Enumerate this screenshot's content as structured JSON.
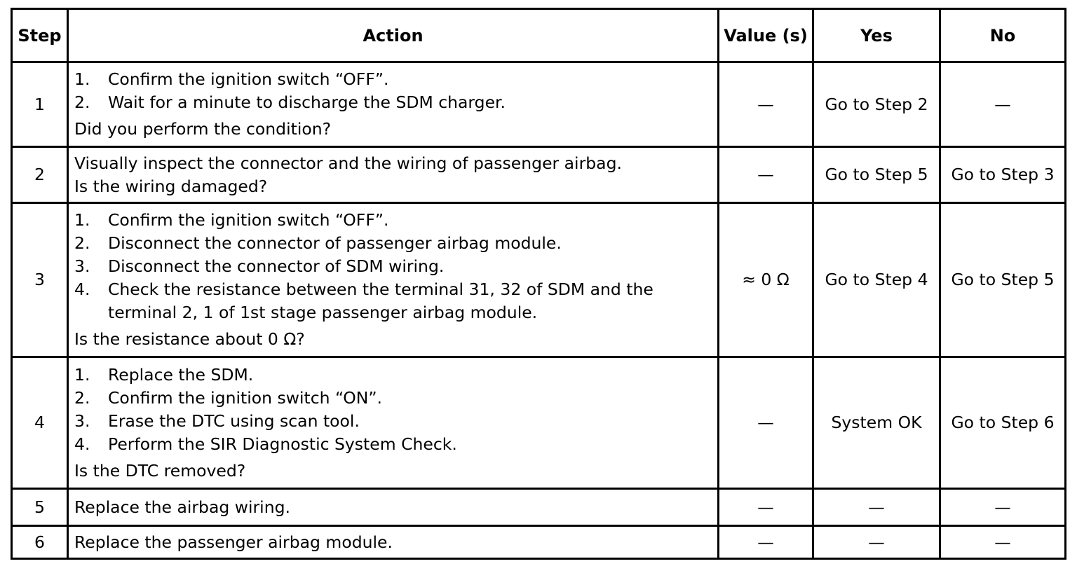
{
  "headers": {
    "step": "Step",
    "action": "Action",
    "value": "Value (s)",
    "yes": "Yes",
    "no": "No"
  },
  "rows": [
    {
      "step": "1",
      "items": [
        "Confirm the ignition switch “OFF”.",
        "Wait for a minute to discharge the SDM charger."
      ],
      "question": "Did you perform the condition?",
      "value": "—",
      "yes": "Go to Step 2",
      "no": "—"
    },
    {
      "step": "2",
      "lines": [
        "Visually inspect the connector and the wiring of passenger airbag.",
        "Is the wiring damaged?"
      ],
      "value": "—",
      "yes": "Go to Step 5",
      "no": "Go to Step 3"
    },
    {
      "step": "3",
      "items": [
        "Confirm the ignition switch “OFF”.",
        "Disconnect the connector of passenger airbag module.",
        "Disconnect the connector of SDM wiring.",
        "Check the resistance between the terminal 31, 32 of SDM and the terminal 2, 1 of 1st stage passenger airbag module."
      ],
      "question": "Is the resistance about 0 Ω?",
      "value": "≈ 0 Ω",
      "yes": "Go to Step 4",
      "no": "Go to Step 5"
    },
    {
      "step": "4",
      "items": [
        "Replace the SDM.",
        "Confirm the ignition switch “ON”.",
        "Erase the DTC using scan tool.",
        "Perform the SIR Diagnostic System Check."
      ],
      "question": "Is the DTC removed?",
      "value": "—",
      "yes": "System OK",
      "no": "Go to Step 6"
    },
    {
      "step": "5",
      "lines": [
        "Replace the airbag wiring."
      ],
      "value": "—",
      "yes": "—",
      "no": "—"
    },
    {
      "step": "6",
      "lines": [
        "Replace the passenger airbag module."
      ],
      "value": "—",
      "yes": "—",
      "no": "—"
    }
  ]
}
